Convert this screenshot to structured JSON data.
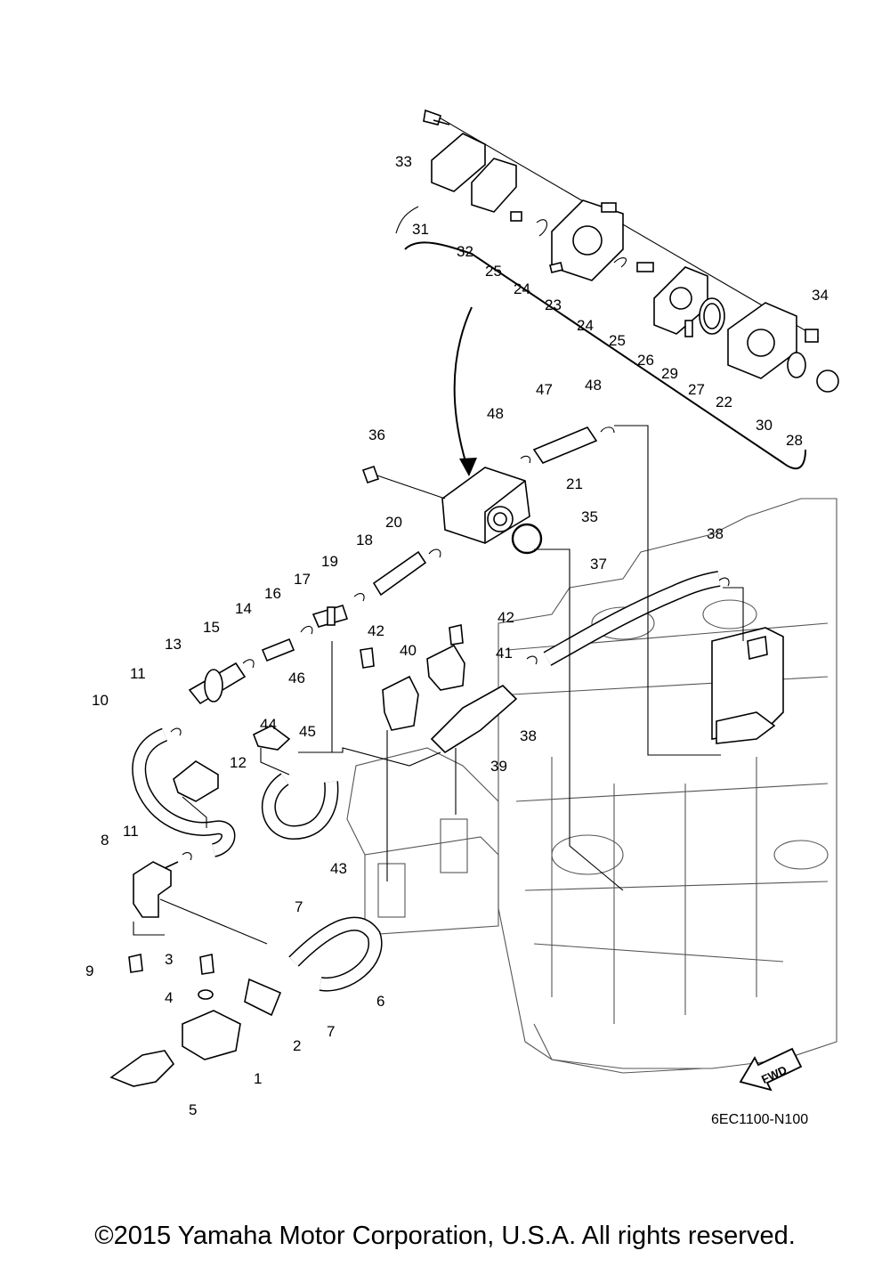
{
  "diagram": {
    "code": "6EC1100-N100",
    "direction_label": "FWD",
    "copyright": "©2015 Yamaha Motor Corporation, U.S.A. All rights reserved.",
    "callouts": [
      {
        "id": "c33",
        "text": "33"
      },
      {
        "id": "c31",
        "text": "31"
      },
      {
        "id": "c32",
        "text": "32"
      },
      {
        "id": "c25a",
        "text": "25"
      },
      {
        "id": "c24a",
        "text": "24"
      },
      {
        "id": "c23",
        "text": "23"
      },
      {
        "id": "c24b",
        "text": "24"
      },
      {
        "id": "c25b",
        "text": "25"
      },
      {
        "id": "c26",
        "text": "26"
      },
      {
        "id": "c29",
        "text": "29"
      },
      {
        "id": "c27",
        "text": "27"
      },
      {
        "id": "c22",
        "text": "22"
      },
      {
        "id": "c34",
        "text": "34"
      },
      {
        "id": "c30",
        "text": "30"
      },
      {
        "id": "c28",
        "text": "28"
      },
      {
        "id": "c47",
        "text": "47"
      },
      {
        "id": "c48a",
        "text": "48"
      },
      {
        "id": "c48b",
        "text": "48"
      },
      {
        "id": "c36",
        "text": "36"
      },
      {
        "id": "c21",
        "text": "21"
      },
      {
        "id": "c35",
        "text": "35"
      },
      {
        "id": "c20",
        "text": "20"
      },
      {
        "id": "c18",
        "text": "18"
      },
      {
        "id": "c19",
        "text": "19"
      },
      {
        "id": "c17",
        "text": "17"
      },
      {
        "id": "c16",
        "text": "16"
      },
      {
        "id": "c14",
        "text": "14"
      },
      {
        "id": "c15",
        "text": "15"
      },
      {
        "id": "c13",
        "text": "13"
      },
      {
        "id": "c11a",
        "text": "11"
      },
      {
        "id": "c10",
        "text": "10"
      },
      {
        "id": "c46",
        "text": "46"
      },
      {
        "id": "c42a",
        "text": "42"
      },
      {
        "id": "c42b",
        "text": "42"
      },
      {
        "id": "c40",
        "text": "40"
      },
      {
        "id": "c41",
        "text": "41"
      },
      {
        "id": "c38a",
        "text": "38"
      },
      {
        "id": "c37",
        "text": "37"
      },
      {
        "id": "c38b",
        "text": "38"
      },
      {
        "id": "c39",
        "text": "39"
      },
      {
        "id": "c44",
        "text": "44"
      },
      {
        "id": "c45",
        "text": "45"
      },
      {
        "id": "c12",
        "text": "12"
      },
      {
        "id": "c43",
        "text": "43"
      },
      {
        "id": "c11b",
        "text": "11"
      },
      {
        "id": "c8",
        "text": "8"
      },
      {
        "id": "c7a",
        "text": "7"
      },
      {
        "id": "c9",
        "text": "9"
      },
      {
        "id": "c3",
        "text": "3"
      },
      {
        "id": "c4",
        "text": "4"
      },
      {
        "id": "c6",
        "text": "6"
      },
      {
        "id": "c7b",
        "text": "7"
      },
      {
        "id": "c2",
        "text": "2"
      },
      {
        "id": "c1",
        "text": "1"
      },
      {
        "id": "c5",
        "text": "5"
      }
    ]
  }
}
